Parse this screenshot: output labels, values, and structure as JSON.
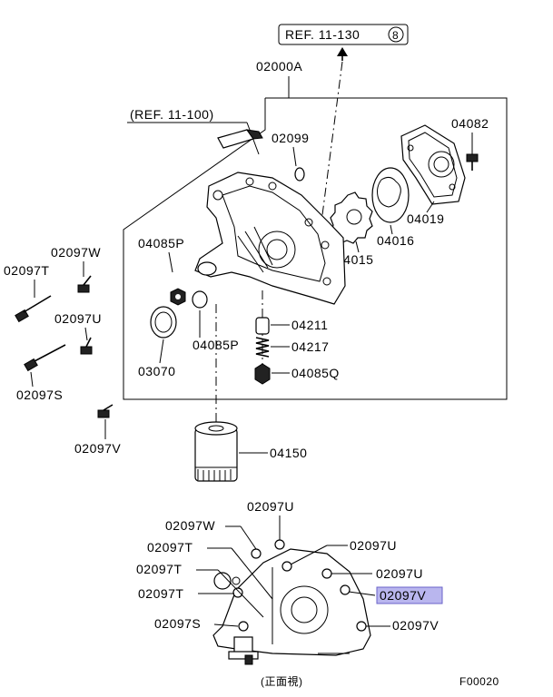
{
  "refs": {
    "top": "REF. 11-130",
    "top_circle": "8",
    "upper": "(REF. 11-100)"
  },
  "labels": {
    "assembly": "02000A",
    "p02099": "02099",
    "p04082": "04082",
    "p04019": "04019",
    "p04016": "04016",
    "p04015": "04015",
    "p04085P_a": "04085P",
    "p04085P_b": "04085P",
    "p03070": "03070",
    "p04211": "04211",
    "p04217": "04217",
    "p04085Q": "04085Q",
    "p04150": "04150",
    "left_W": "02097W",
    "left_T": "02097T",
    "left_U": "02097U",
    "left_S": "02097S",
    "left_V": "02097V"
  },
  "front_view": {
    "U_top": "02097U",
    "W": "02097W",
    "T1": "02097T",
    "U_r1": "02097U",
    "T2": "02097T",
    "U_r2": "02097U",
    "T3": "02097T",
    "V_highlight": "02097V",
    "S": "02097S",
    "V_r": "02097V",
    "caption": "(正面視)"
  },
  "figure_code": "F00020"
}
